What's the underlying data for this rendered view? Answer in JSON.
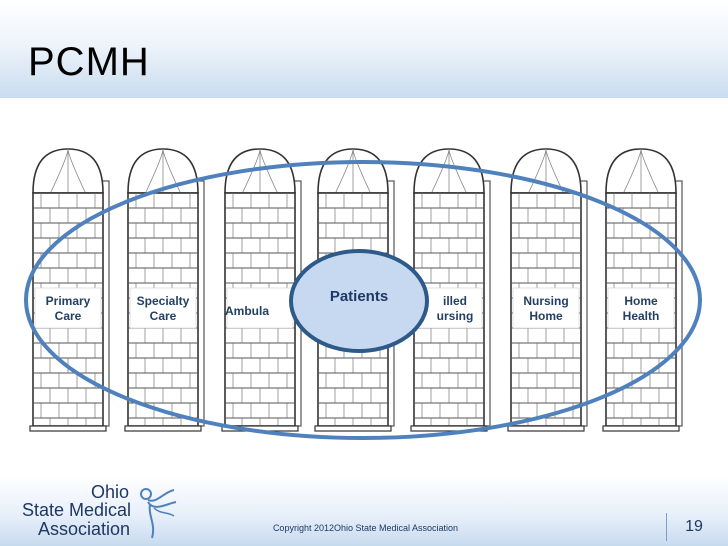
{
  "slide": {
    "title": "PCMH",
    "slide_number": "19",
    "copyright": "Copyright 2012Ohio State Medical Association"
  },
  "silos": [
    {
      "label": "Primary\nCare"
    },
    {
      "label": "Specialty\nCare"
    },
    {
      "label": "Ambula"
    },
    {
      "label": ""
    },
    {
      "label": "illed\nursing"
    },
    {
      "label": "Nursing\nHome"
    },
    {
      "label": "Home\nHealth"
    }
  ],
  "center": {
    "label": "Patients"
  },
  "logo": {
    "line1": "Ohio",
    "line2": "State Medical",
    "line3": "Association"
  },
  "colors": {
    "accent": "#4f81bd",
    "patients_fill": "#c6d9f1",
    "patients_stroke": "#2e5a8a",
    "label_text": "#244061",
    "title_band": "#c9dcef"
  }
}
